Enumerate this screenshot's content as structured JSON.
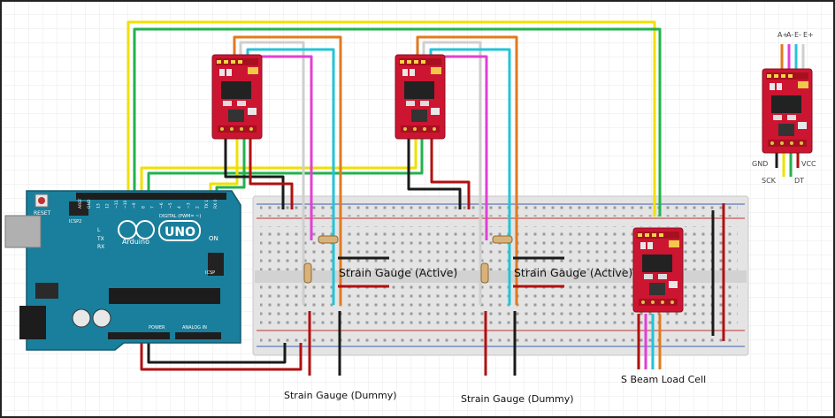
{
  "labels": {
    "gauge_active_1": "Strain Gauge (Active)",
    "gauge_active_2": "Strain Gauge (Active)",
    "gauge_dummy_1": "Strain Gauge (Dummy)",
    "gauge_dummy_2": "Strain Gauge (Dummy)",
    "load_cell": "S Beam Load Cell"
  },
  "hx711_pins": {
    "top": [
      "A+",
      "A-",
      "E-",
      "E+"
    ],
    "gnd": "GND",
    "vcc": "VCC",
    "sck": "SCK",
    "dt": "DT"
  },
  "arduino": {
    "brand": "Arduino",
    "model": "UNO",
    "reset": "RESET",
    "icsp2": "ICSP2",
    "icsp": "ICSP",
    "tx": "TX",
    "rx": "RX",
    "on": "ON",
    "l": "L",
    "digital": "DIGITAL (PWM= ~)",
    "power": "POWER",
    "analog": "ANALOG IN",
    "top_pins": [
      "AREF",
      "GND",
      "13",
      "12",
      "~11",
      "~10",
      "~9",
      "8",
      "7",
      "~6",
      "~5",
      "4",
      "~3",
      "2",
      "TX 1",
      "RX 0"
    ]
  },
  "colors": {
    "wire_yellow": "#f0e000",
    "wire_green": "#22b24c",
    "wire_orange": "#e07a1f",
    "wire_cyan": "#22c4d8",
    "wire_magenta": "#e23fd6",
    "wire_white": "#cfcfcf",
    "wire_black": "#1a1a1a",
    "wire_red": "#b01010",
    "arduino_blue": "#1a7f9c",
    "hx711_red": "#cc1530"
  }
}
